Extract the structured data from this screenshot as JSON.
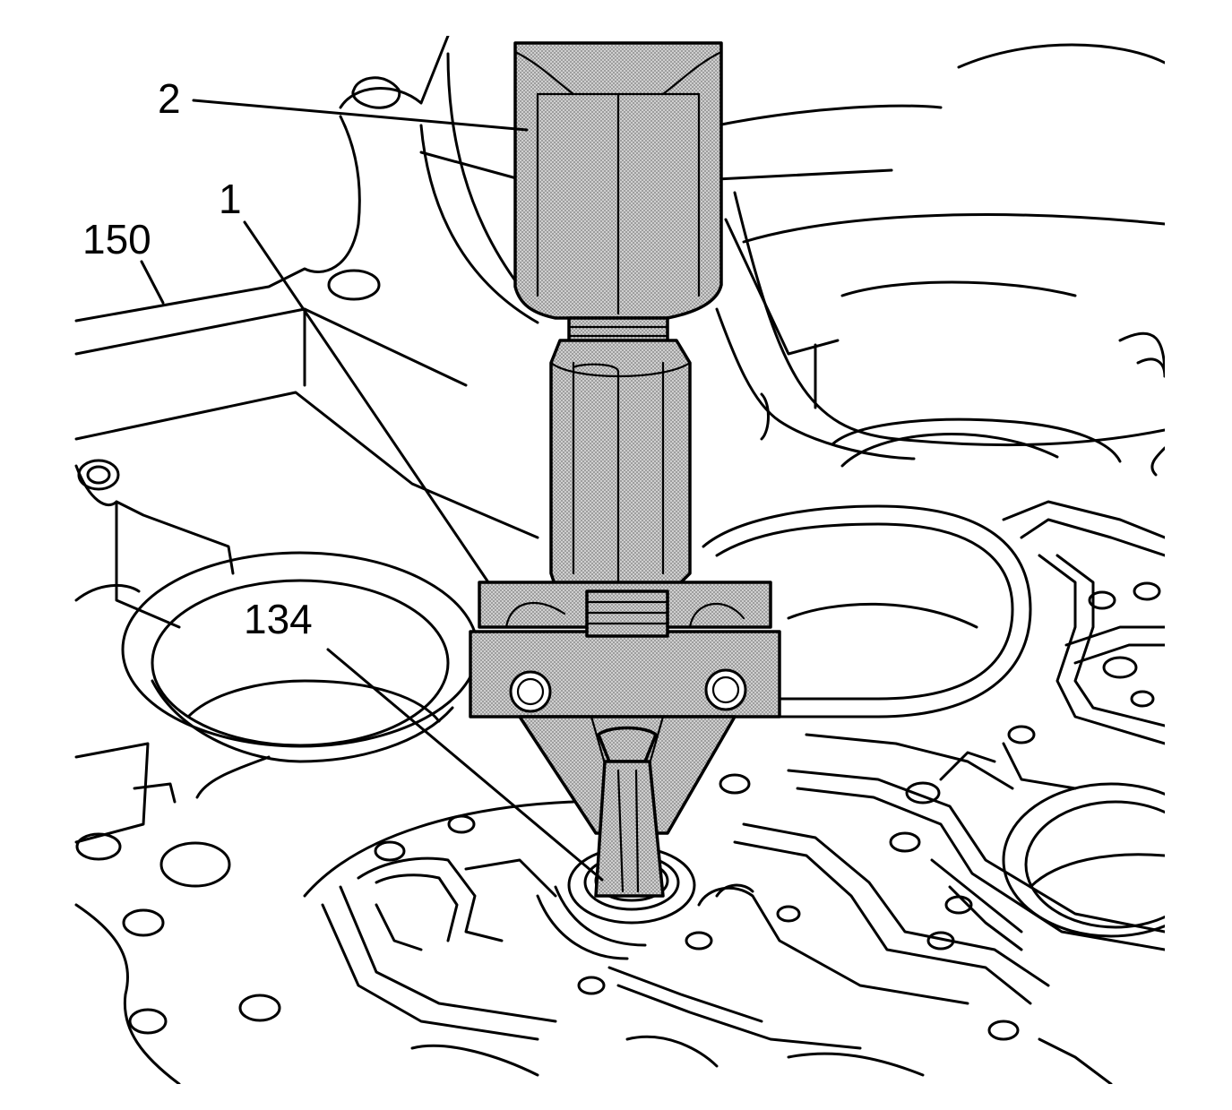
{
  "callouts": [
    {
      "id": "2",
      "text": "2"
    },
    {
      "id": "1",
      "text": "1"
    },
    {
      "id": "150",
      "text": "150"
    },
    {
      "id": "134",
      "text": "134"
    }
  ],
  "colors": {
    "line": "#000000",
    "background": "#ffffff",
    "tool_fill": "#bdbdbd"
  }
}
